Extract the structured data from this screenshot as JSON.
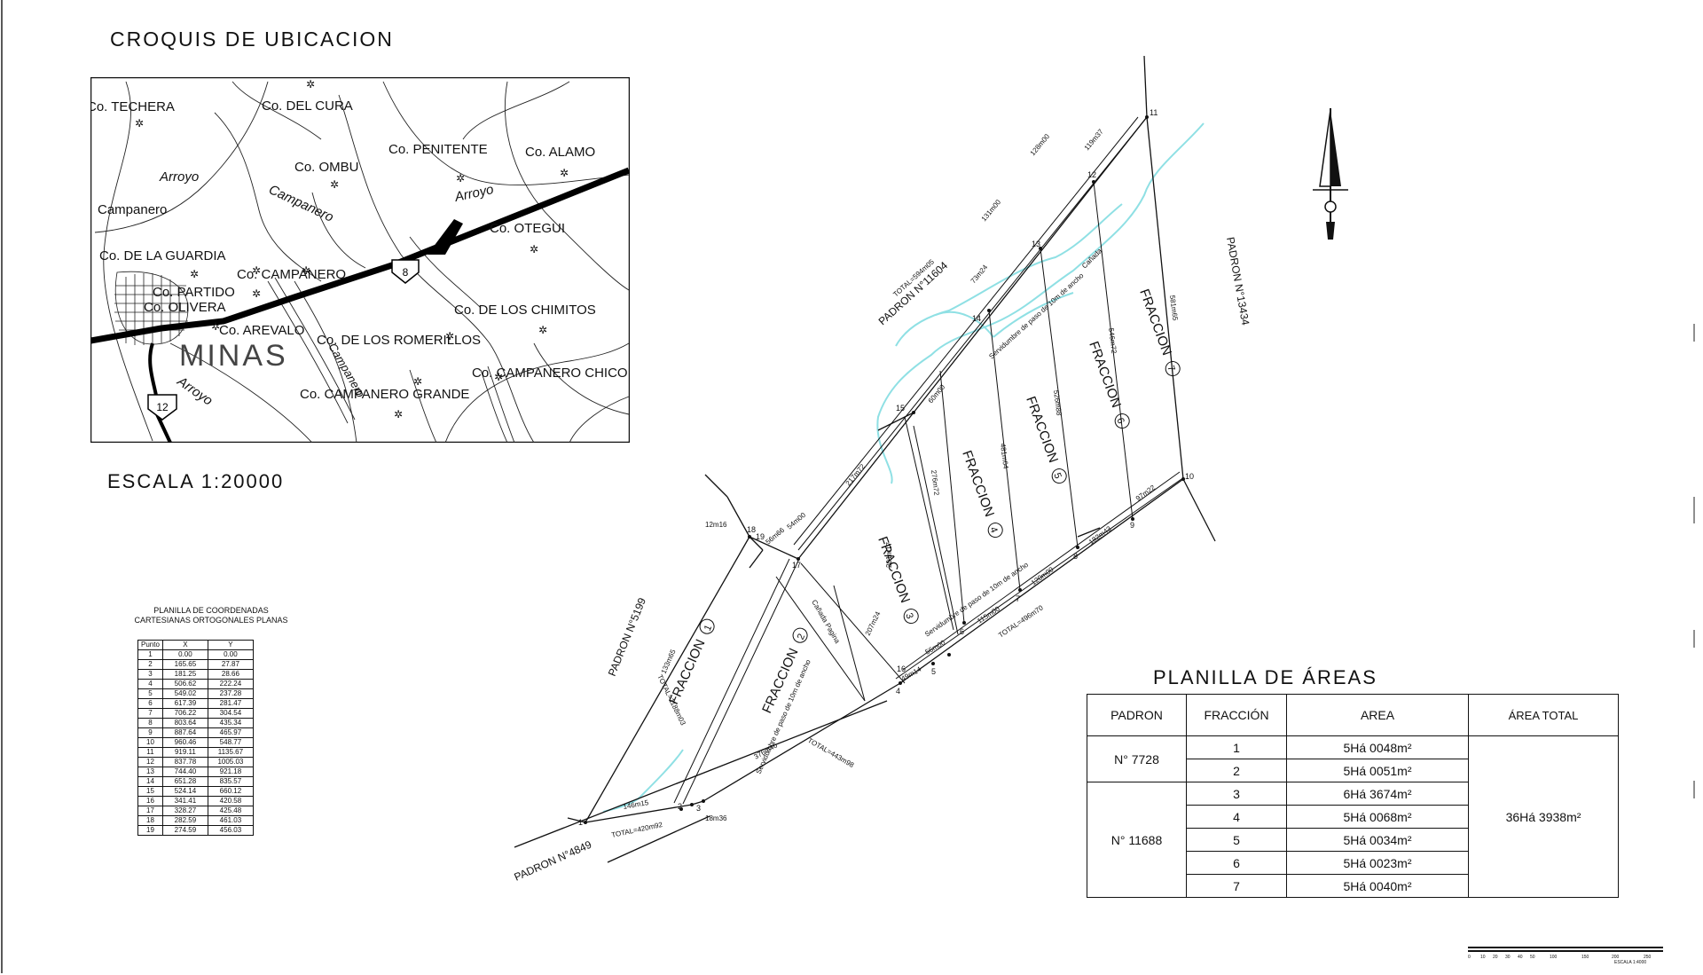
{
  "location_map": {
    "title": "CROQUIS DE UBICACION",
    "scale": "ESCALA 1:20000",
    "labels": [
      "Co. TECHERA",
      "Co. DEL CURA",
      "Co. OMBU",
      "Co. PENITENTE",
      "Co. ALAMO",
      "Arroyo",
      "Campanero",
      "Campanero",
      "Arroyo",
      "Co. OTEGUI",
      "Co. DE LA GUARDIA",
      "Co. CAMPANERO",
      "Co. PARTIDO",
      "Co. OLIVERA",
      "Co. AREVALO",
      "Co. DE LOS CHIMITOS",
      "Co. DE LOS ROMERILLOS",
      "MINAS",
      "Co. CAMPANERO CHICO",
      "Co. CAMPANERO GRANDE",
      "Arroyo",
      "Campanero"
    ],
    "route_badges": [
      "8",
      "12"
    ]
  },
  "coordinates_table": {
    "title_line1": "PLANILLA DE COORDENADAS",
    "title_line2": "CARTESIANAS ORTOGONALES PLANAS",
    "headers": [
      "Punto",
      "X",
      "Y"
    ],
    "rows": [
      [
        "1",
        "0.00",
        "0.00"
      ],
      [
        "2",
        "165.65",
        "27.87"
      ],
      [
        "3",
        "181.25",
        "28.66"
      ],
      [
        "4",
        "506.62",
        "222.24"
      ],
      [
        "5",
        "549.02",
        "237.28"
      ],
      [
        "6",
        "617.39",
        "281.47"
      ],
      [
        "7",
        "706.22",
        "304.54"
      ],
      [
        "8",
        "803.64",
        "435.34"
      ],
      [
        "9",
        "887.64",
        "465.97"
      ],
      [
        "10",
        "960.46",
        "548.77"
      ],
      [
        "11",
        "919.11",
        "1135.67"
      ],
      [
        "12",
        "837.78",
        "1005.03"
      ],
      [
        "13",
        "744.40",
        "921.18"
      ],
      [
        "14",
        "651.28",
        "835.57"
      ],
      [
        "15",
        "524.14",
        "660.12"
      ],
      [
        "16",
        "341.41",
        "420.58"
      ],
      [
        "17",
        "328.27",
        "425.48"
      ],
      [
        "18",
        "282.59",
        "461.03"
      ],
      [
        "19",
        "274.59",
        "456.03"
      ]
    ]
  },
  "plan": {
    "padrones": [
      "PADRON N°11604",
      "PADRON N°13434",
      "PADRON N°5199",
      "PADRON N°4849"
    ],
    "fracciones": [
      {
        "label": "FRACCION",
        "num": "1"
      },
      {
        "label": "FRACCION",
        "num": "2"
      },
      {
        "label": "FRACCION",
        "num": "3"
      },
      {
        "label": "FRACCION",
        "num": "4"
      },
      {
        "label": "FRACCION",
        "num": "5"
      },
      {
        "label": "FRACCION",
        "num": "6"
      },
      {
        "label": "FRACCION",
        "num": "7"
      }
    ],
    "annotations": [
      "Servidumbre de paso de 10m de ancho",
      "Servidumbre de paso de 10m de ancho",
      "Servidumbre de paso de 10m de ancho",
      "Cañada",
      "Cañada Pagina",
      "TOTAL=594m05",
      "TOTAL=1188m03",
      "TOTAL=443m98",
      "TOTAL=496m70",
      "TOTAL=420m92"
    ],
    "dimensions": [
      "12m16",
      "56m66",
      "133m65",
      "376m46",
      "18m36",
      "146m15",
      "217m72",
      "207m24",
      "49m14",
      "56m00",
      "115m00",
      "182m43",
      "97m22",
      "581m65",
      "276m72",
      "481m64",
      "526m88",
      "546m72",
      "120m00",
      "131m00",
      "128m00",
      "119m37",
      "60m00",
      "73m24",
      "201m17",
      "54m00"
    ],
    "point_numbers": [
      "1",
      "2",
      "3",
      "4",
      "5",
      "6",
      "7",
      "8",
      "9",
      "10",
      "11",
      "12",
      "13",
      "14",
      "15",
      "16",
      "17",
      "18",
      "19"
    ]
  },
  "areas_table": {
    "title": "PLANILLA DE ÁREAS",
    "headers": [
      "PADRON",
      "FRACCIÓN",
      "AREA",
      "ÁREA TOTAL"
    ],
    "groups": [
      {
        "padron": "N° 7728",
        "rows": [
          {
            "fraccion": "1",
            "area": "5Há 0048m²"
          },
          {
            "fraccion": "2",
            "area": "5Há 0051m²"
          }
        ]
      },
      {
        "padron": "N° 11688",
        "rows": [
          {
            "fraccion": "3",
            "area": "6Há 3674m²"
          },
          {
            "fraccion": "4",
            "area": "5Há 0068m²"
          },
          {
            "fraccion": "5",
            "area": "5Há 0034m²"
          },
          {
            "fraccion": "6",
            "area": "5Há 0023m²"
          },
          {
            "fraccion": "7",
            "area": "5Há 0040m²"
          }
        ]
      }
    ],
    "total": "36Há 3938m²"
  },
  "scalebar": {
    "label": "ESCALA 1:4000"
  }
}
